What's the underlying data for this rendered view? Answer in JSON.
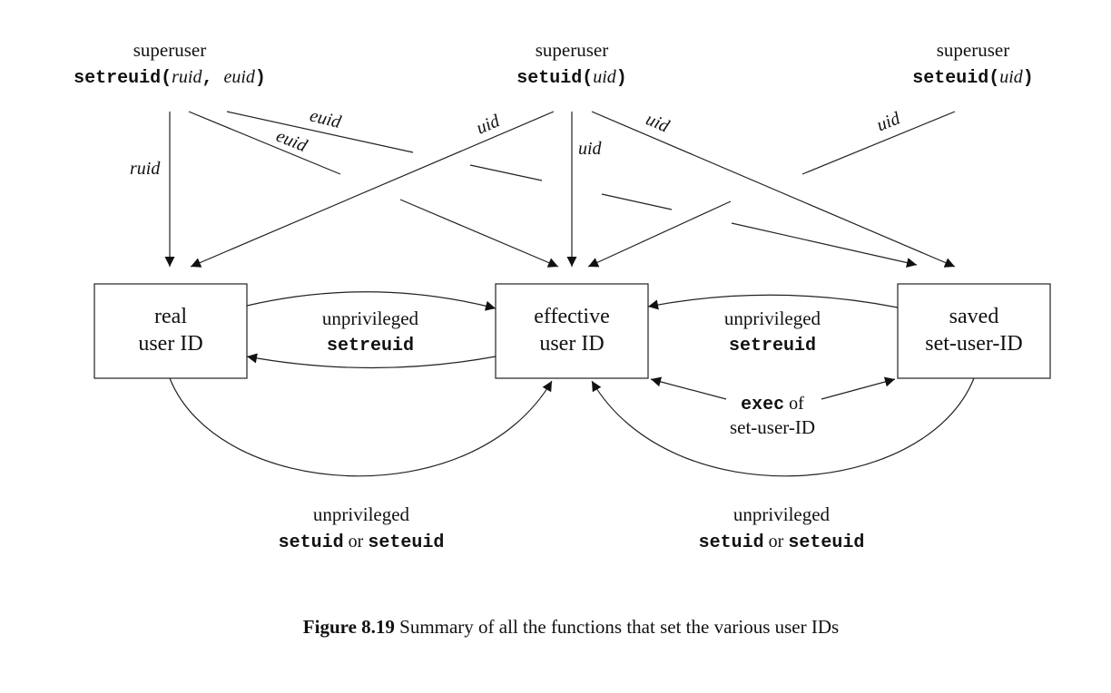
{
  "sources": {
    "setreuid": {
      "label": "superuser",
      "func": "setreuid",
      "arg1": "ruid",
      "arg2": "euid"
    },
    "setuid": {
      "label": "superuser",
      "func": "setuid",
      "arg": "uid"
    },
    "seteuid": {
      "label": "superuser",
      "func": "seteuid",
      "arg": "uid"
    }
  },
  "edge_labels": {
    "setreuid_ruid": "ruid",
    "setreuid_euid_upper": "euid",
    "setreuid_euid_lower": "euid",
    "setuid_to_real": "uid",
    "setuid_to_effective": "uid",
    "setuid_to_saved": "uid",
    "seteuid_to_effective": "uid"
  },
  "boxes": {
    "real": {
      "line1": "real",
      "line2": "user ID"
    },
    "effective": {
      "line1": "effective",
      "line2": "user ID"
    },
    "saved": {
      "line1": "saved",
      "line2": "set-user-ID"
    }
  },
  "arcs": {
    "real_effective": {
      "line1": "unprivileged",
      "line2": "setreuid"
    },
    "saved_effective": {
      "line1": "unprivileged",
      "line2": "setreuid"
    },
    "exec": {
      "keyword": "exec",
      "of": "of",
      "line2": "set-user-ID"
    },
    "real_bottom": {
      "line1": "unprivileged",
      "func1": "setuid",
      "or": "or",
      "func2": "seteuid"
    },
    "saved_bottom": {
      "line1": "unprivileged",
      "func1": "setuid",
      "or": "or",
      "func2": "seteuid"
    }
  },
  "caption": {
    "label": "Figure 8.19",
    "text": "Summary of all the functions that set the various user IDs"
  }
}
